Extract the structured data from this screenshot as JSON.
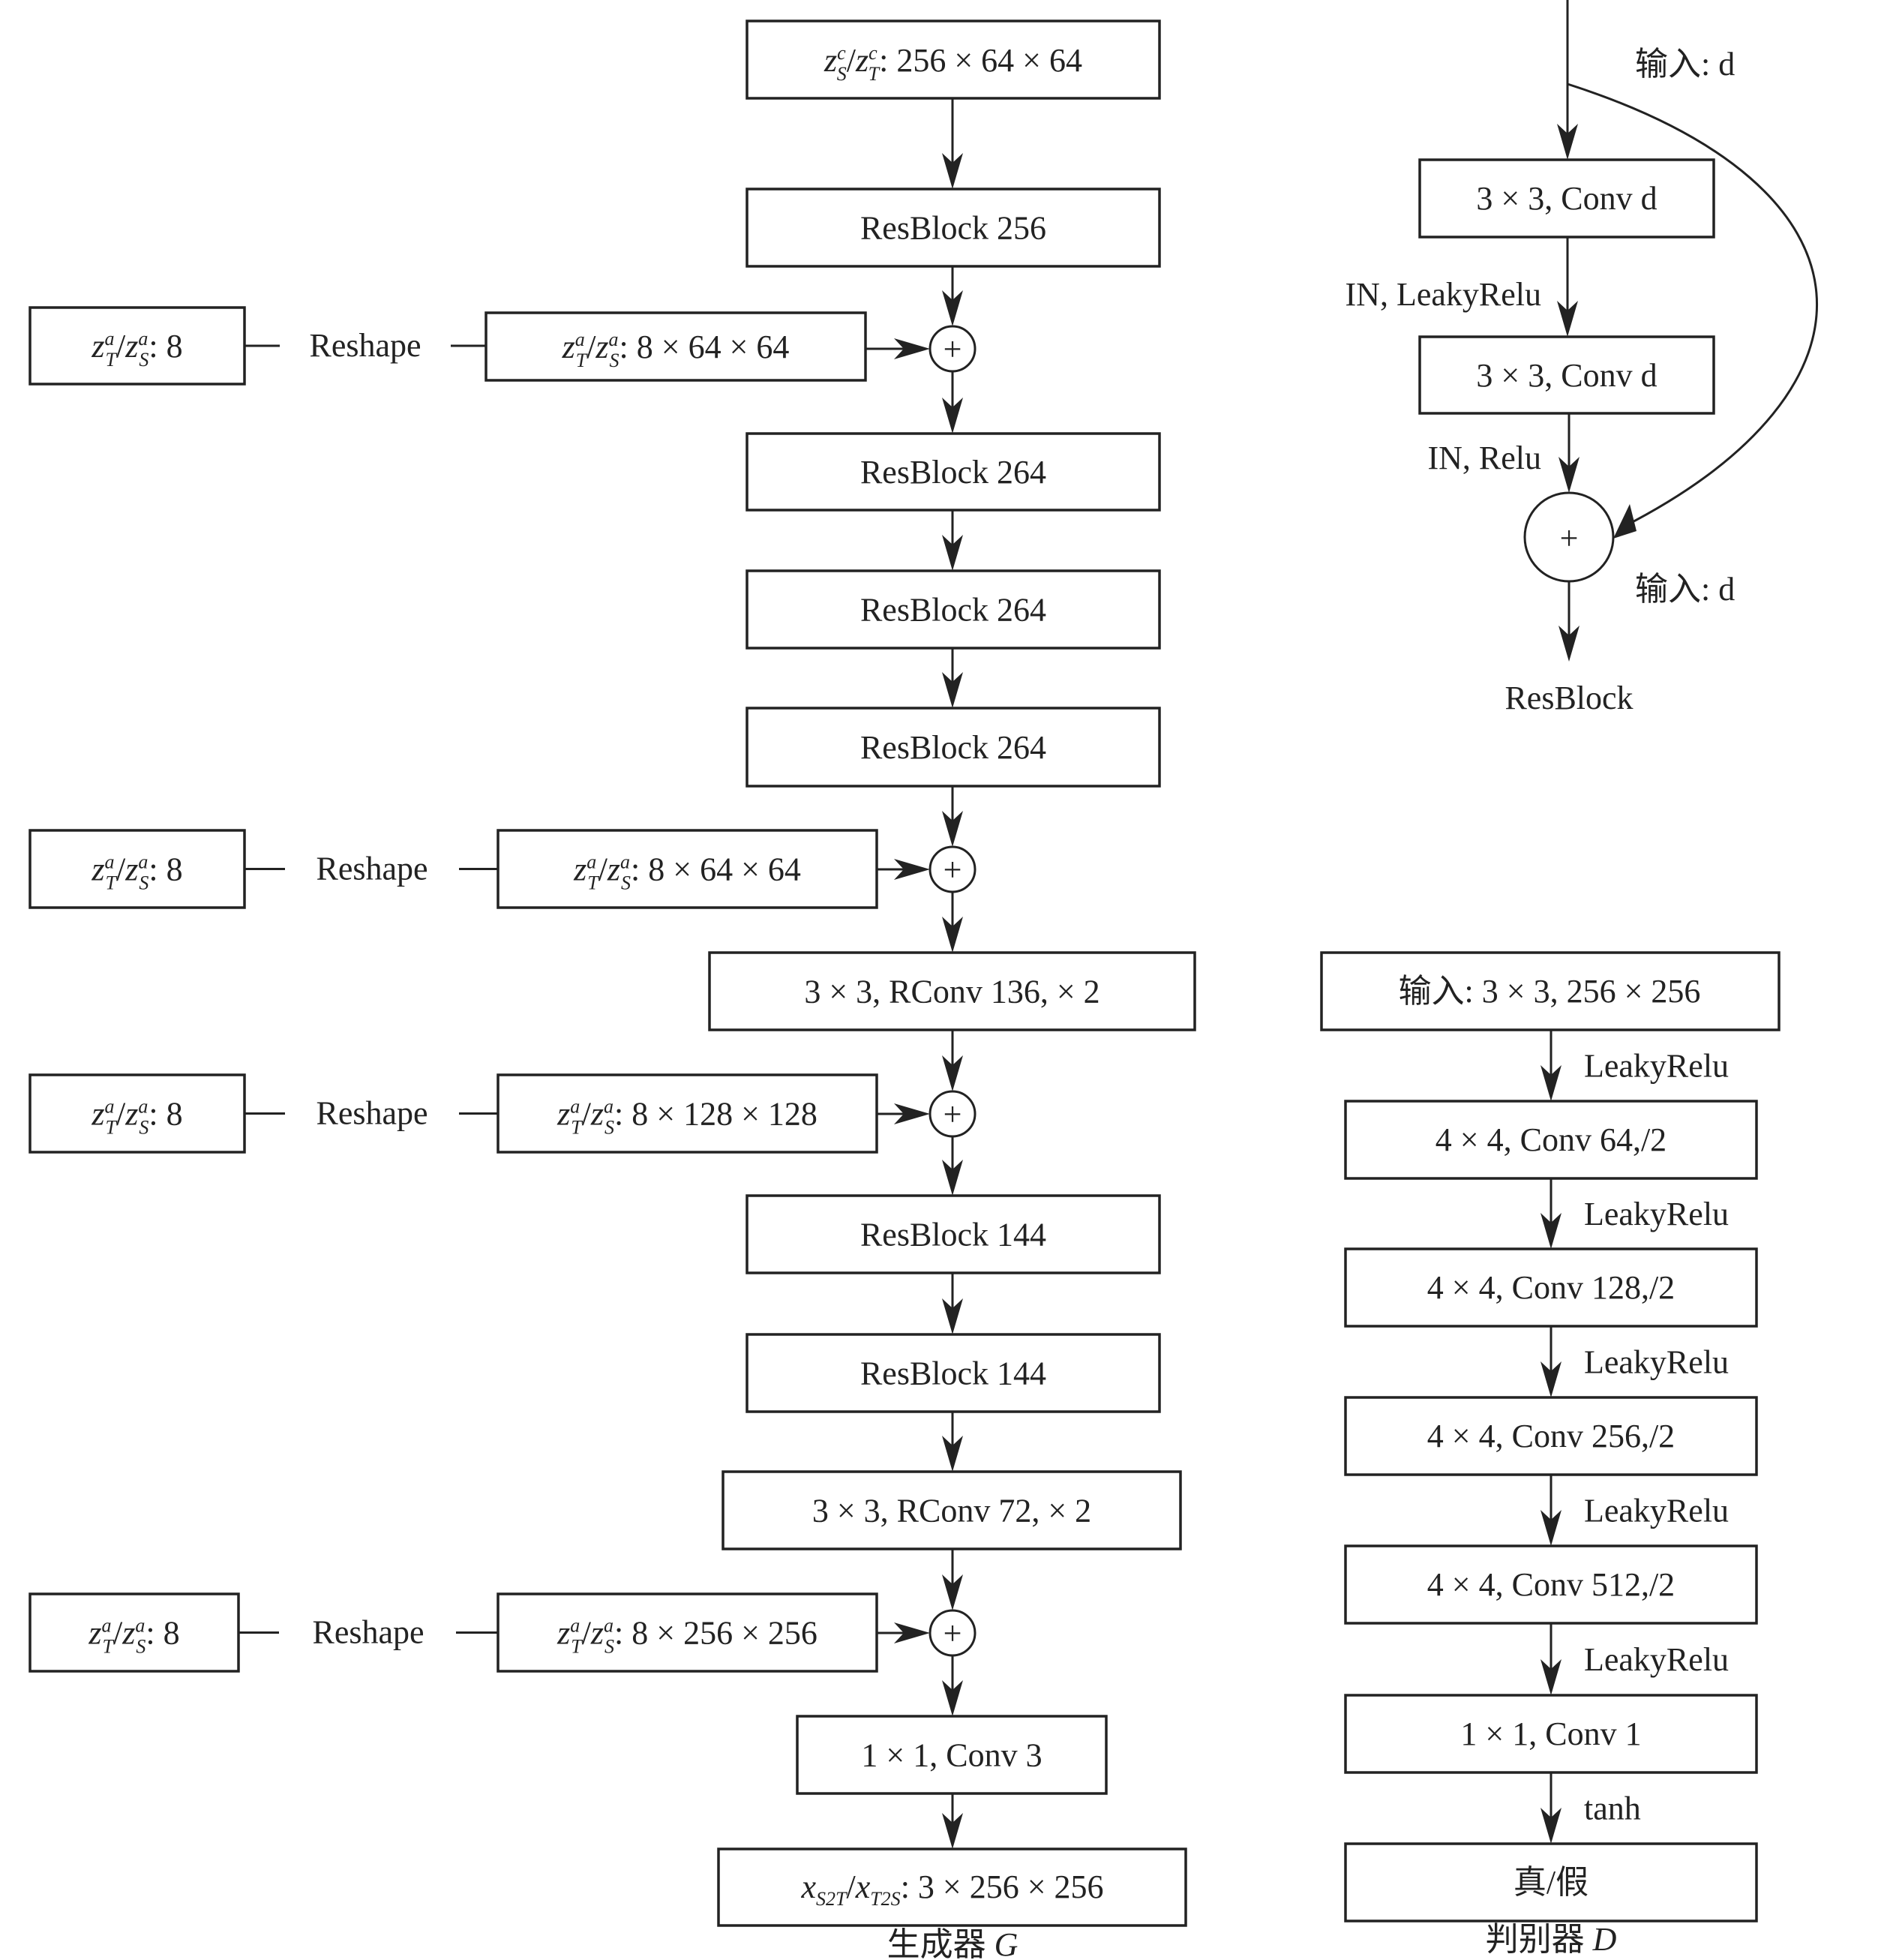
{
  "generator": {
    "caption": "生成器 G",
    "caption_prefix": "生成器",
    "caption_symbol": "G",
    "input": "z_S^c/z_T^c: 256 × 64 × 64",
    "input_suffix": ": 256 × 64 × 64",
    "blocks": [
      "ResBlock 256",
      "ResBlock 264",
      "ResBlock 264",
      "ResBlock 264",
      "3 × 3, RConv 136, × 2",
      "ResBlock 144",
      "ResBlock 144",
      "3 × 3, RConv 72, × 2",
      "1 × 1, Conv 3"
    ],
    "output": "x_S2T/x_T2S: 3 × 256 × 256",
    "output_suffix": ": 3 × 256 × 256",
    "attr_rows": [
      {
        "source": "z_T^a/z_S^a: 8",
        "source_suffix": ": 8",
        "op": "Reshape",
        "target": "z_T^a/z_S^a: 8 × 64 × 64",
        "target_suffix": ": 8 × 64 × 64"
      },
      {
        "source": "z_T^a/z_S^a: 8",
        "source_suffix": ": 8",
        "op": "Reshape",
        "target": "z_T^a/z_S^a: 8 × 64 × 64",
        "target_suffix": ": 8 × 64 × 64"
      },
      {
        "source": "z_T^a/z_S^a: 8",
        "source_suffix": ": 8",
        "op": "Reshape",
        "target": "z_T^a/z_S^a: 8 × 128 × 128",
        "target_suffix": ": 8 × 128 × 128"
      },
      {
        "source": "z_T^a/z_S^a: 8",
        "source_suffix": ": 8",
        "op": "Reshape",
        "target": "z_T^a/z_S^a: 8 × 256 × 256",
        "target_suffix": ": 8 × 256 × 256"
      }
    ],
    "add_symbol": "+"
  },
  "resblock": {
    "input_label": "输入: d",
    "conv1": "3 × 3, Conv d",
    "act1": "IN, LeakyRelu",
    "conv2": "3 × 3, Conv d",
    "act2": "IN, Relu",
    "skip_label": "输入: d",
    "add_symbol": "+",
    "output_label": "ResBlock"
  },
  "discriminator": {
    "caption_prefix": "判别器",
    "caption_symbol": "D",
    "input": "输入: 3 × 3, 256 × 256",
    "layers": [
      {
        "act": "LeakyRelu",
        "block": "4 × 4, Conv 64,/2"
      },
      {
        "act": "LeakyRelu",
        "block": "4 × 4, Conv 128,/2"
      },
      {
        "act": "LeakyRelu",
        "block": "4 × 4, Conv 256,/2"
      },
      {
        "act": "LeakyRelu",
        "block": "4 × 4, Conv 512,/2"
      },
      {
        "act": "LeakyRelu",
        "block": "1 × 1, Conv 1"
      },
      {
        "act": "tanh",
        "block": "真/假"
      }
    ]
  }
}
